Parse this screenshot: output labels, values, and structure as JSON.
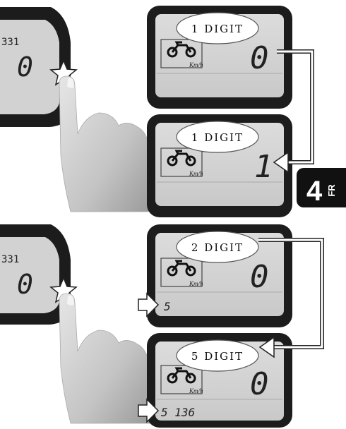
{
  "page_tab": {
    "number": "4",
    "language": "FR"
  },
  "colors": {
    "lcd": "#d7d7d7",
    "bezel": "#1c1c1c",
    "ink": "#111111"
  },
  "sections": [
    {
      "finger_display": {
        "top_text": "331",
        "digit": "0"
      },
      "steps": [
        {
          "bubble": "1 DIGIT",
          "unit": "Km/h",
          "digit": "0",
          "odometer": ""
        },
        {
          "bubble": "1 DIGIT",
          "unit": "Km/h",
          "digit": "1",
          "odometer": ""
        }
      ]
    },
    {
      "finger_display": {
        "top_text": "331",
        "digit": "0"
      },
      "steps": [
        {
          "bubble": "2 DIGIT",
          "unit": "Km/h",
          "digit": "0",
          "odometer": "5"
        },
        {
          "bubble": "5 DIGIT",
          "unit": "Km/h",
          "digit": "0",
          "odometer": "5 136"
        }
      ]
    }
  ]
}
